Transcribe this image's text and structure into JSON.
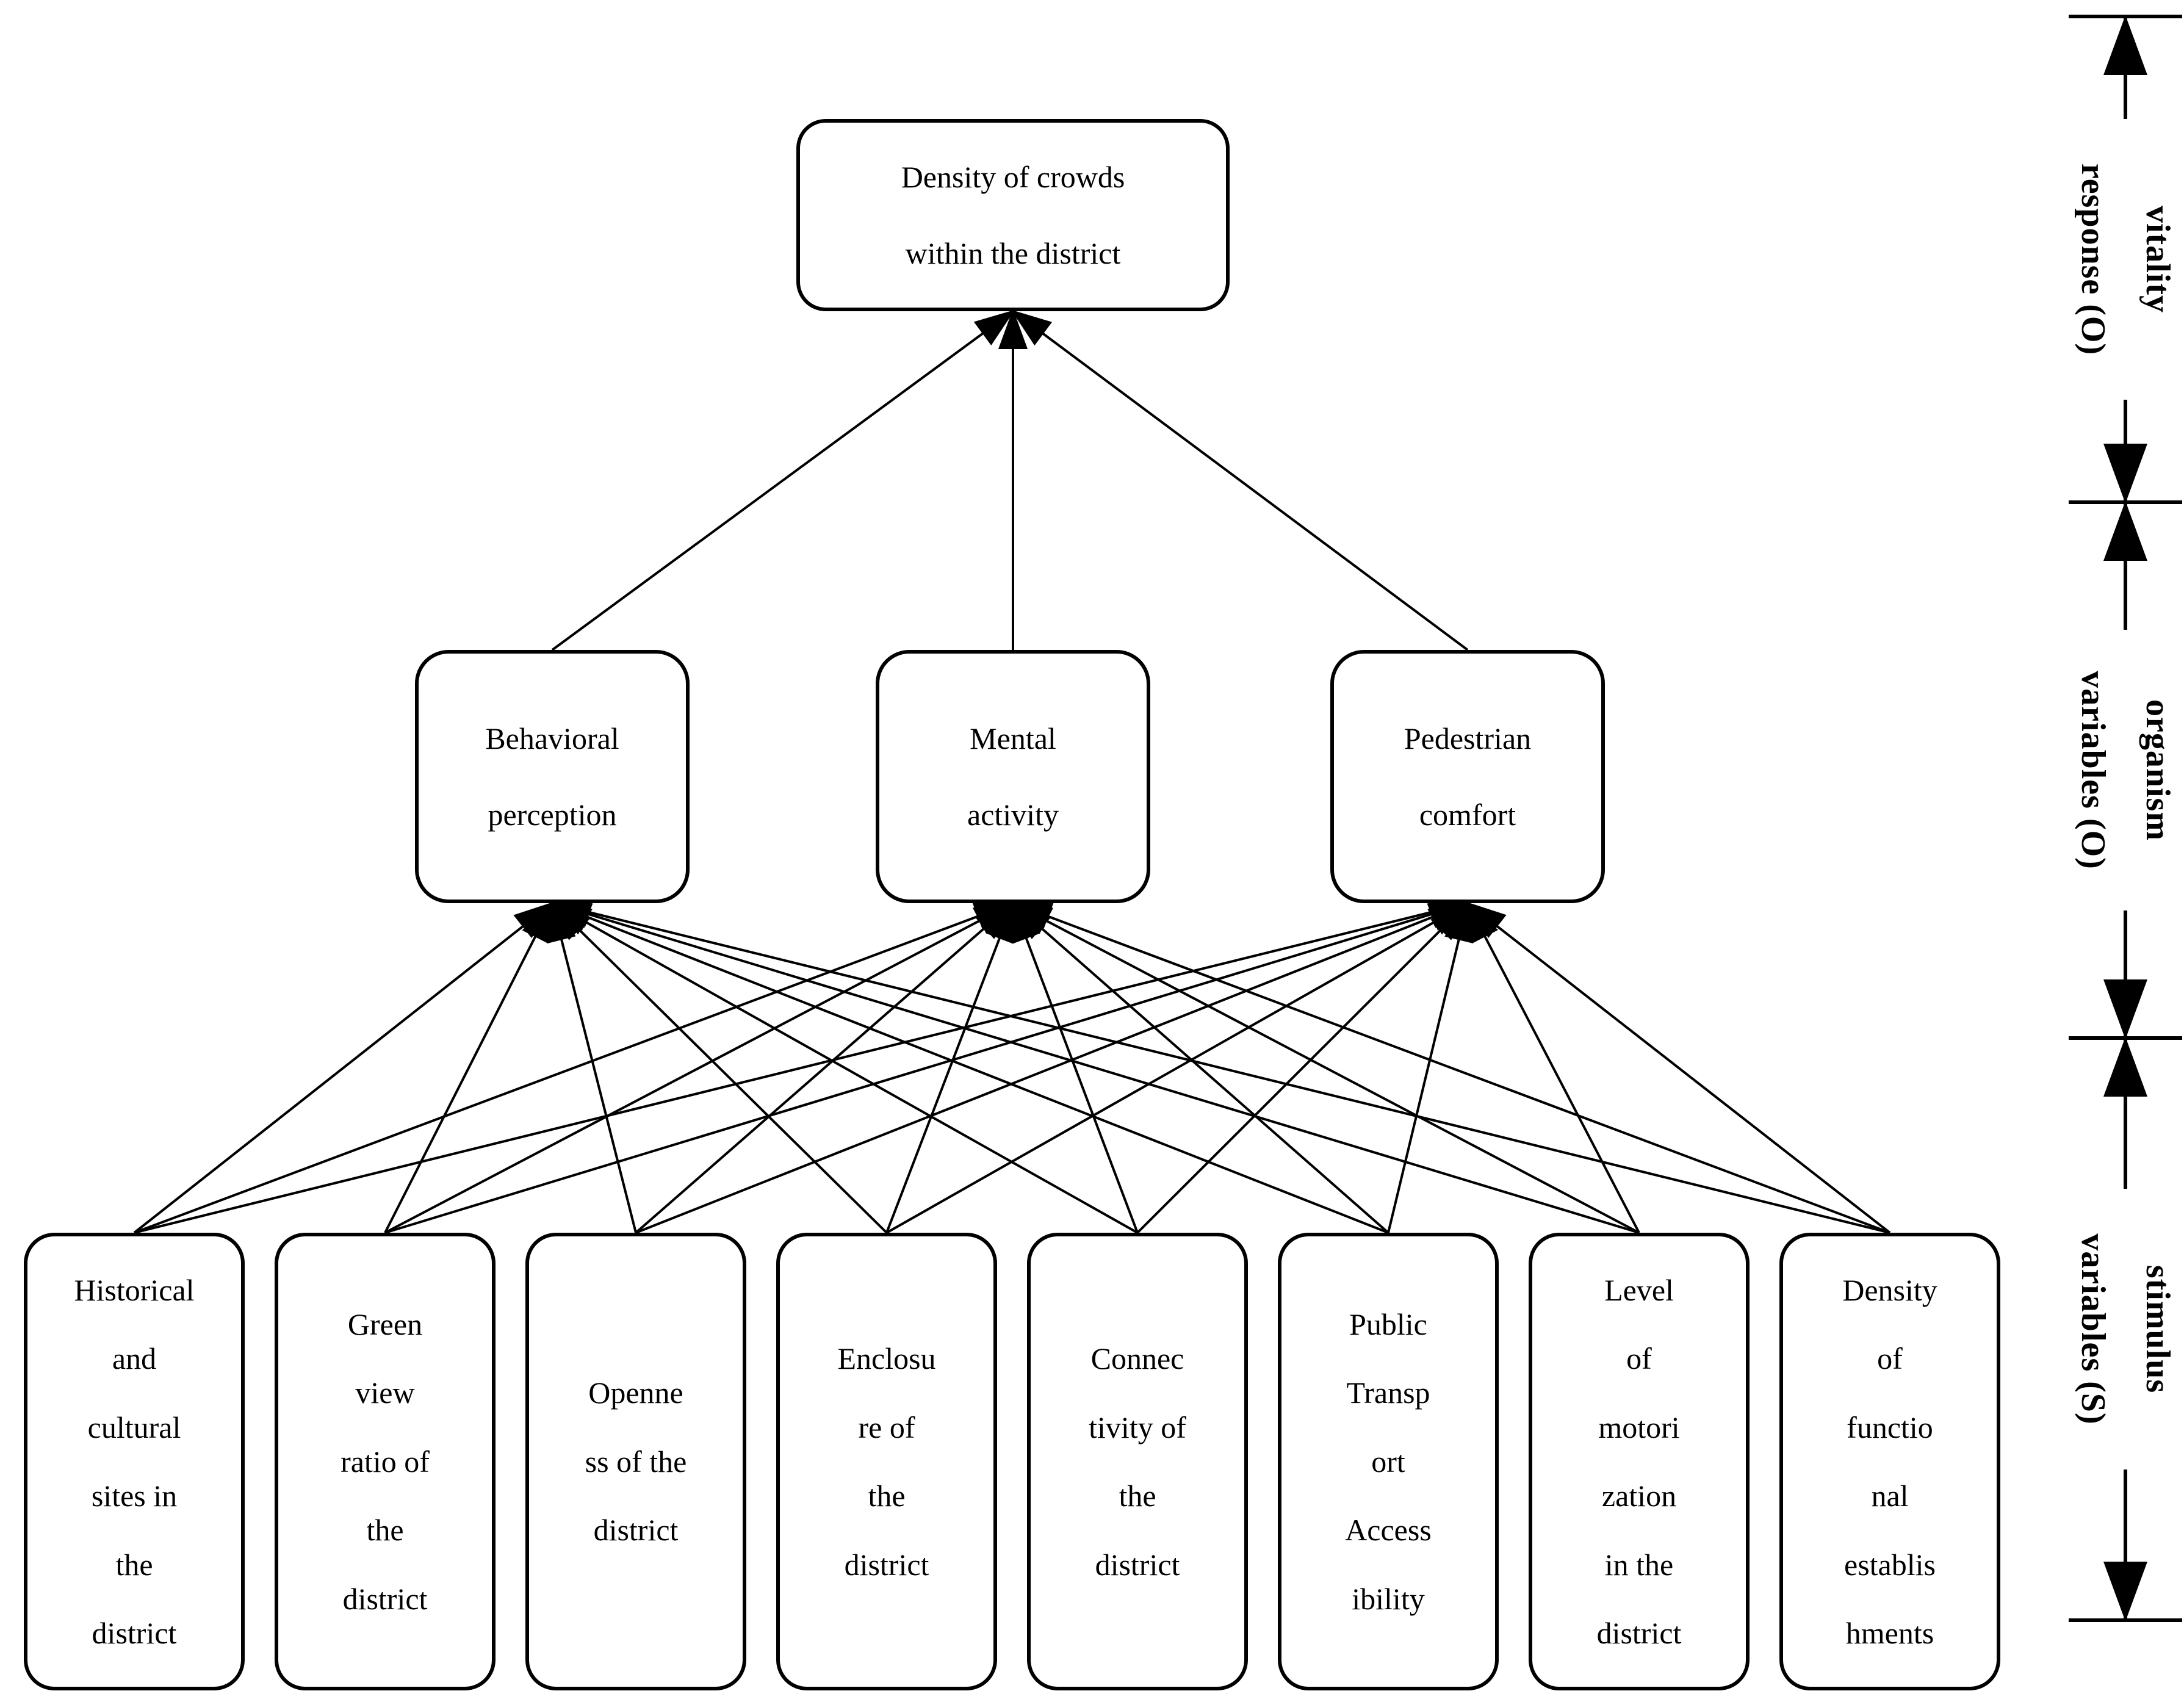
{
  "figure": {
    "title": "S-O-R framework of district vitality",
    "ink_color": "#000000",
    "background_color": "#ffffff"
  },
  "nodes": {
    "response": {
      "id": "density_of_crowds",
      "label": "Density of crowds\nwithin the district"
    },
    "organism": [
      {
        "id": "behavioral_perception",
        "label": "Behavioral\nperception"
      },
      {
        "id": "mental_activity",
        "label": "Mental\nactivity"
      },
      {
        "id": "pedestrian_comfort",
        "label": "Pedestrian\ncomfort"
      }
    ],
    "stimulus": [
      {
        "id": "s1",
        "label": "Historical\nand\ncultural\nsites in\nthe\ndistrict"
      },
      {
        "id": "s2",
        "label": "Green\nview\nratio of\nthe\ndistrict"
      },
      {
        "id": "s3",
        "label": "Openne\nss of the\ndistrict"
      },
      {
        "id": "s4",
        "label": "Enclosu\nre of\nthe\ndistrict"
      },
      {
        "id": "s5",
        "label": "Connec\ntivity of\nthe\ndistrict"
      },
      {
        "id": "s6",
        "label": "Public\nTransp\nort\nAccess\nibility"
      },
      {
        "id": "s7",
        "label": "Level\nof\nmotori\nzation\nin the\ndistrict"
      },
      {
        "id": "s8",
        "label": "Density\nof\nfunctio\nnal\nestablis\nhments"
      }
    ]
  },
  "edges": {
    "organism_to_response": [
      [
        "behavioral_perception",
        "density_of_crowds"
      ],
      [
        "mental_activity",
        "density_of_crowds"
      ],
      [
        "pedestrian_comfort",
        "density_of_crowds"
      ]
    ],
    "stimulus_to_organism": [
      [
        "s1",
        "behavioral_perception"
      ],
      [
        "s1",
        "mental_activity"
      ],
      [
        "s1",
        "pedestrian_comfort"
      ],
      [
        "s2",
        "behavioral_perception"
      ],
      [
        "s2",
        "mental_activity"
      ],
      [
        "s2",
        "pedestrian_comfort"
      ],
      [
        "s3",
        "behavioral_perception"
      ],
      [
        "s3",
        "mental_activity"
      ],
      [
        "s3",
        "pedestrian_comfort"
      ],
      [
        "s4",
        "behavioral_perception"
      ],
      [
        "s4",
        "mental_activity"
      ],
      [
        "s4",
        "pedestrian_comfort"
      ],
      [
        "s5",
        "behavioral_perception"
      ],
      [
        "s5",
        "mental_activity"
      ],
      [
        "s5",
        "pedestrian_comfort"
      ],
      [
        "s6",
        "behavioral_perception"
      ],
      [
        "s6",
        "mental_activity"
      ],
      [
        "s6",
        "pedestrian_comfort"
      ],
      [
        "s7",
        "behavioral_perception"
      ],
      [
        "s7",
        "mental_activity"
      ],
      [
        "s7",
        "pedestrian_comfort"
      ],
      [
        "s8",
        "behavioral_perception"
      ],
      [
        "s8",
        "mental_activity"
      ],
      [
        "s8",
        "pedestrian_comfort"
      ]
    ]
  },
  "ruler": {
    "segments": [
      {
        "label": "vitality\nresponse (O)"
      },
      {
        "label": "organism\nvariables (O)"
      },
      {
        "label": "stimulus\nvariables (S)"
      }
    ]
  }
}
